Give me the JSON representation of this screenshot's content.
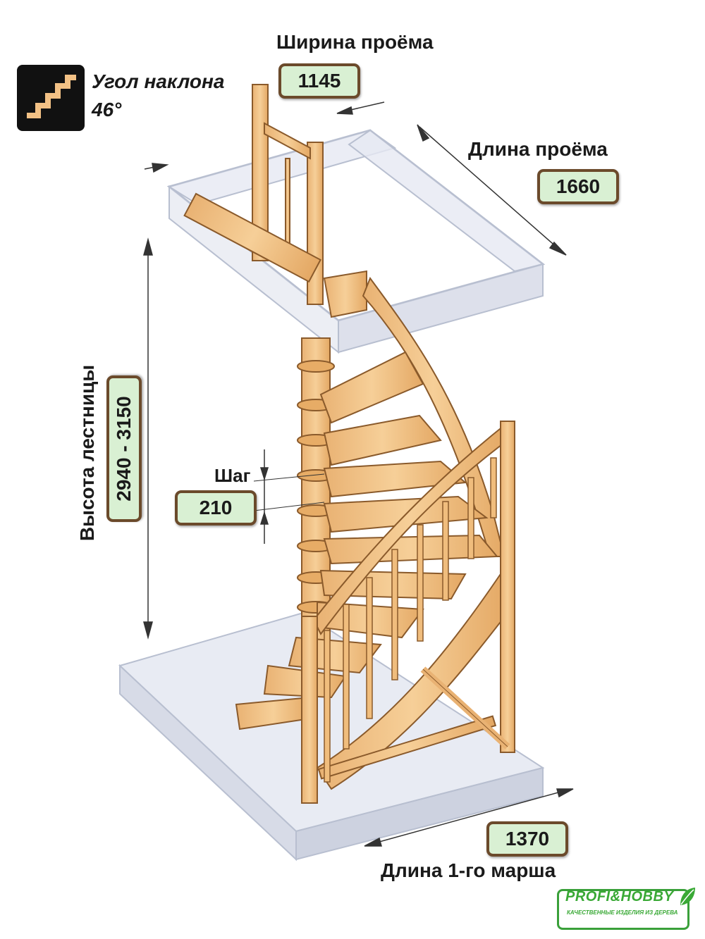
{
  "angle": {
    "title": "Угол наклона",
    "value": "46°",
    "icon": "stairs-icon"
  },
  "opening_width": {
    "label": "Ширина проёма",
    "value": "1145"
  },
  "opening_length": {
    "label": "Длина проёма",
    "value": "1660"
  },
  "stair_height": {
    "label": "Высота лестницы",
    "value": "2940 - 3150"
  },
  "step": {
    "label": "Шаг",
    "value": "210"
  },
  "first_flight": {
    "label": "Длина 1-го марша",
    "value": "1370"
  },
  "logo": {
    "name": "PROFI&HOBBY",
    "tagline": "КАЧЕСТВЕННЫЕ ИЗДЕЛИЯ ИЗ ДЕРЕВА",
    "leaf_icon": "leaf-icon"
  },
  "colors": {
    "wood": "#f2c185",
    "wood_dark": "#d99a55",
    "outline": "#8a5a2b",
    "badge_bg": "#d9f0d3",
    "badge_border": "#6b4a2b",
    "slab": "#e6e9f2",
    "logo_green": "#39a935"
  }
}
